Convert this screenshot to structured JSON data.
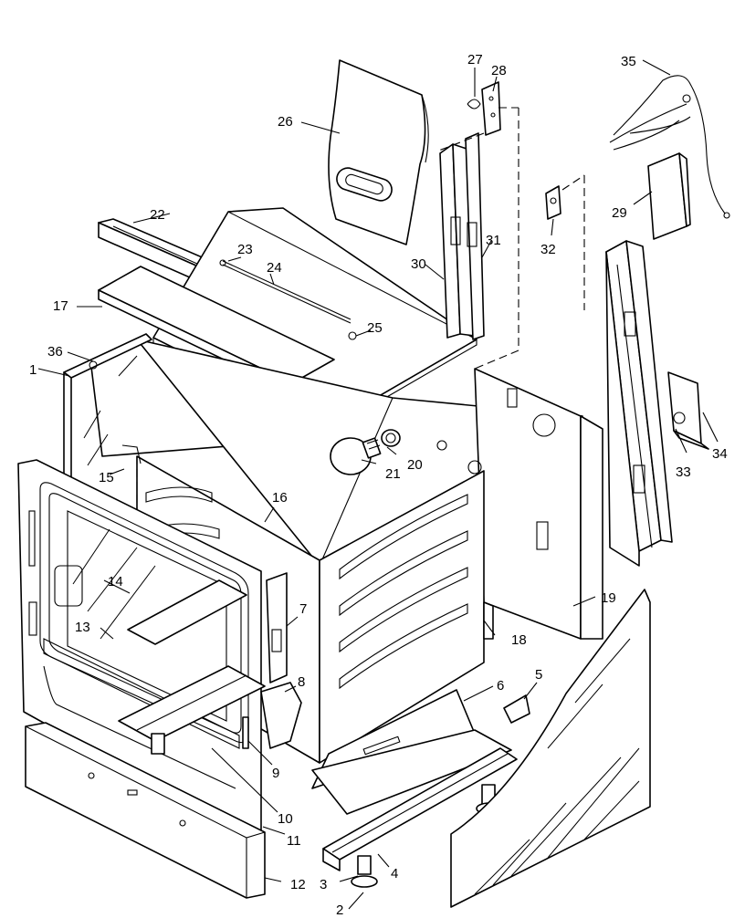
{
  "diagram": {
    "callouts": [
      {
        "num": "1"
      },
      {
        "num": "2"
      },
      {
        "num": "3"
      },
      {
        "num": "4"
      },
      {
        "num": "5"
      },
      {
        "num": "6"
      },
      {
        "num": "7"
      },
      {
        "num": "8"
      },
      {
        "num": "9"
      },
      {
        "num": "10"
      },
      {
        "num": "11"
      },
      {
        "num": "12"
      },
      {
        "num": "13"
      },
      {
        "num": "14"
      },
      {
        "num": "15"
      },
      {
        "num": "16"
      },
      {
        "num": "17"
      },
      {
        "num": "18"
      },
      {
        "num": "19"
      },
      {
        "num": "20"
      },
      {
        "num": "21"
      },
      {
        "num": "22"
      },
      {
        "num": "23"
      },
      {
        "num": "24"
      },
      {
        "num": "25"
      },
      {
        "num": "26"
      },
      {
        "num": "27"
      },
      {
        "num": "28"
      },
      {
        "num": "29"
      },
      {
        "num": "30"
      },
      {
        "num": "31"
      },
      {
        "num": "32"
      },
      {
        "num": "33"
      },
      {
        "num": "34"
      },
      {
        "num": "35"
      },
      {
        "num": "36"
      }
    ]
  }
}
